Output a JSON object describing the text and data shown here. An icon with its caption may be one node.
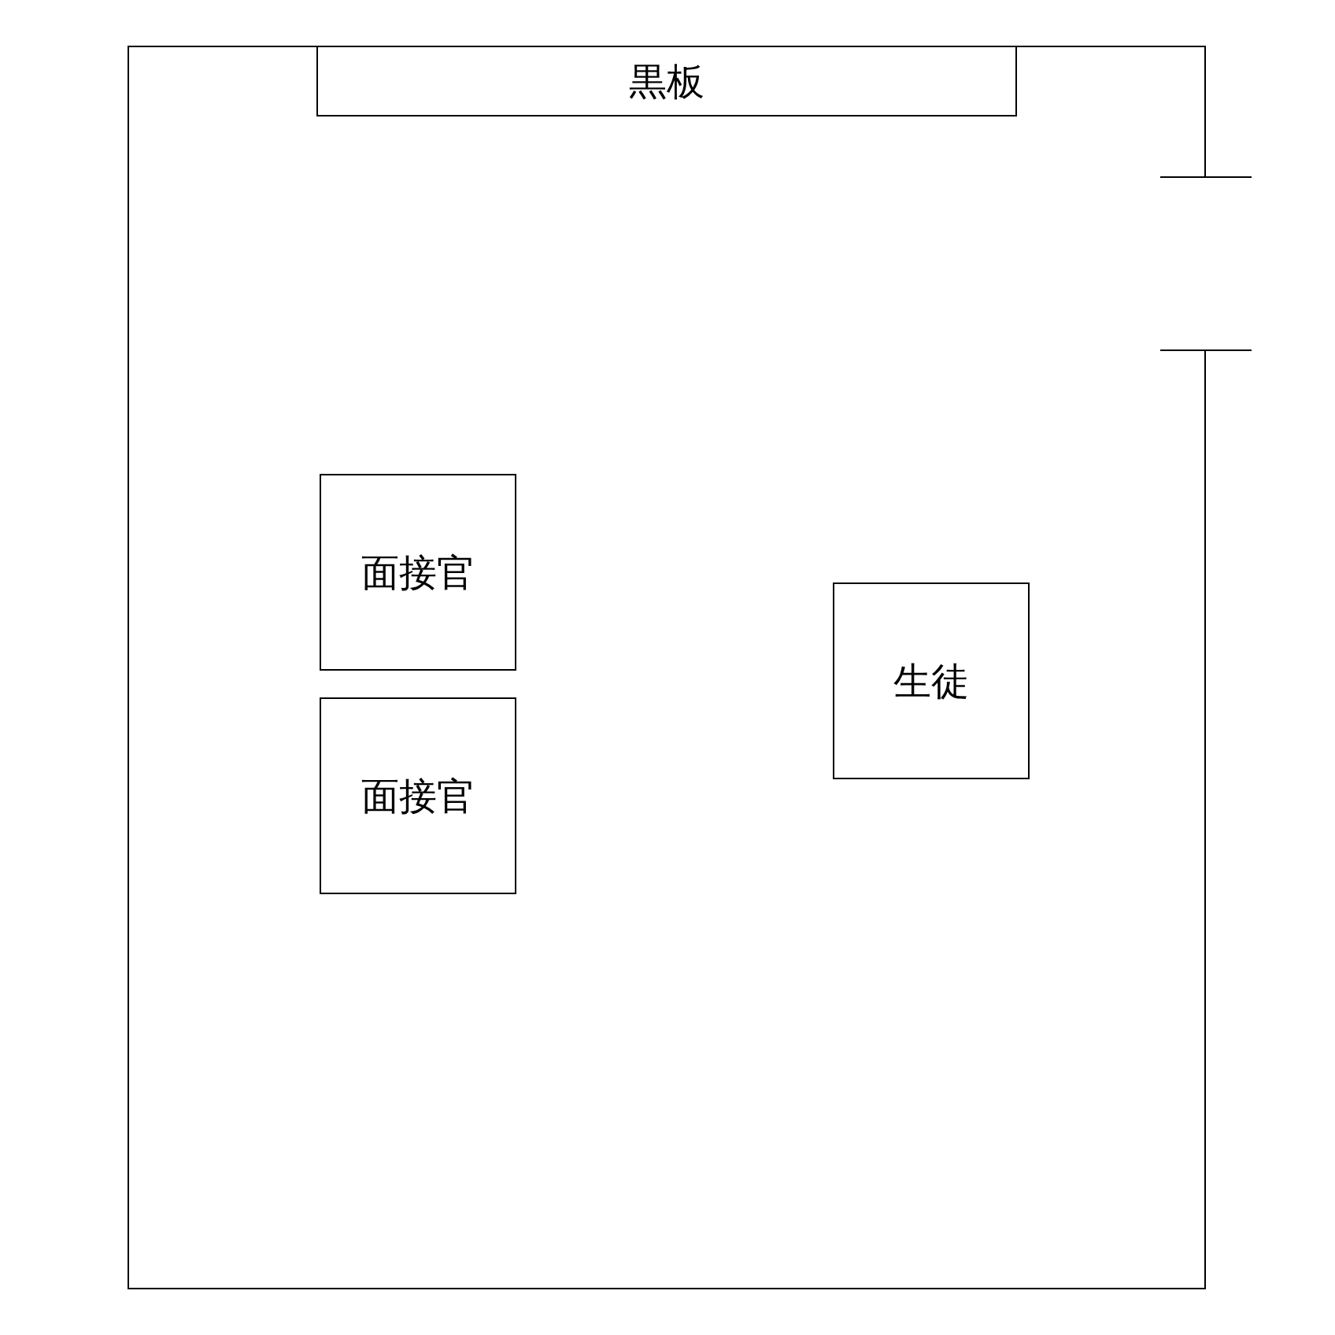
{
  "diagram": {
    "nodes": [
      {
        "text": [],
        "shape": "box"
      },
      {
        "text": [
          "黒板"
        ],
        "in": 0
      },
      {
        "text": [
          "面接官"
        ],
        "in": 0
      },
      {
        "text": [
          "面接官"
        ],
        "in": 0
      },
      {
        "text": [
          "生徒"
        ],
        "in": 0
      }
    ]
  }
}
